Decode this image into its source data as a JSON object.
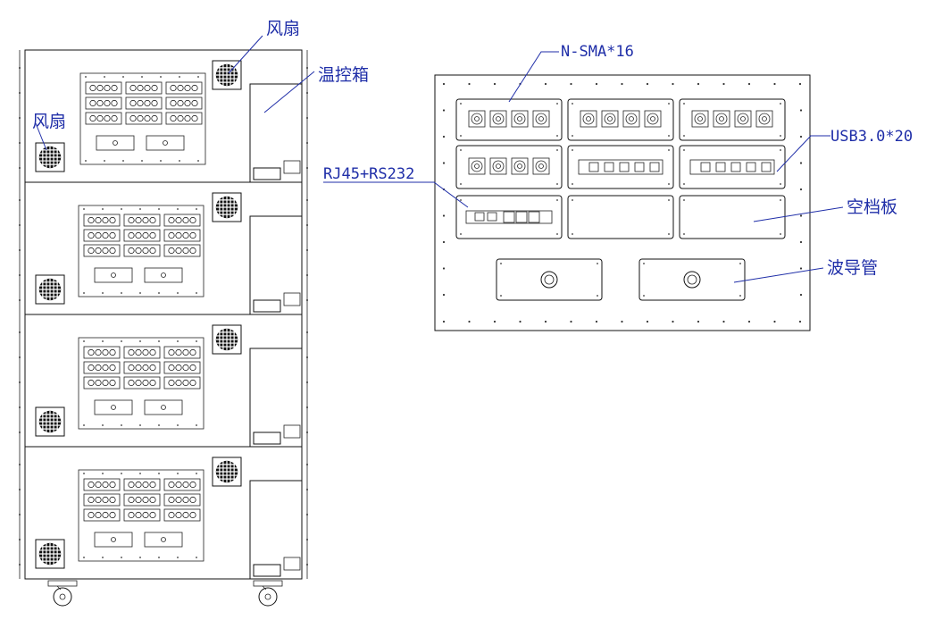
{
  "colors": {
    "line": "#111111",
    "label": "#1f2ea8",
    "background": "#ffffff"
  },
  "labels": {
    "fan_top": "风扇",
    "fan_left": "风扇",
    "temp_box": "温控箱",
    "nsma": "N-SMA*16",
    "usb": "USB3.0*20",
    "rj45": "RJ45+RS232",
    "blank_panel": "空档板",
    "waveguide": "波导管"
  }
}
